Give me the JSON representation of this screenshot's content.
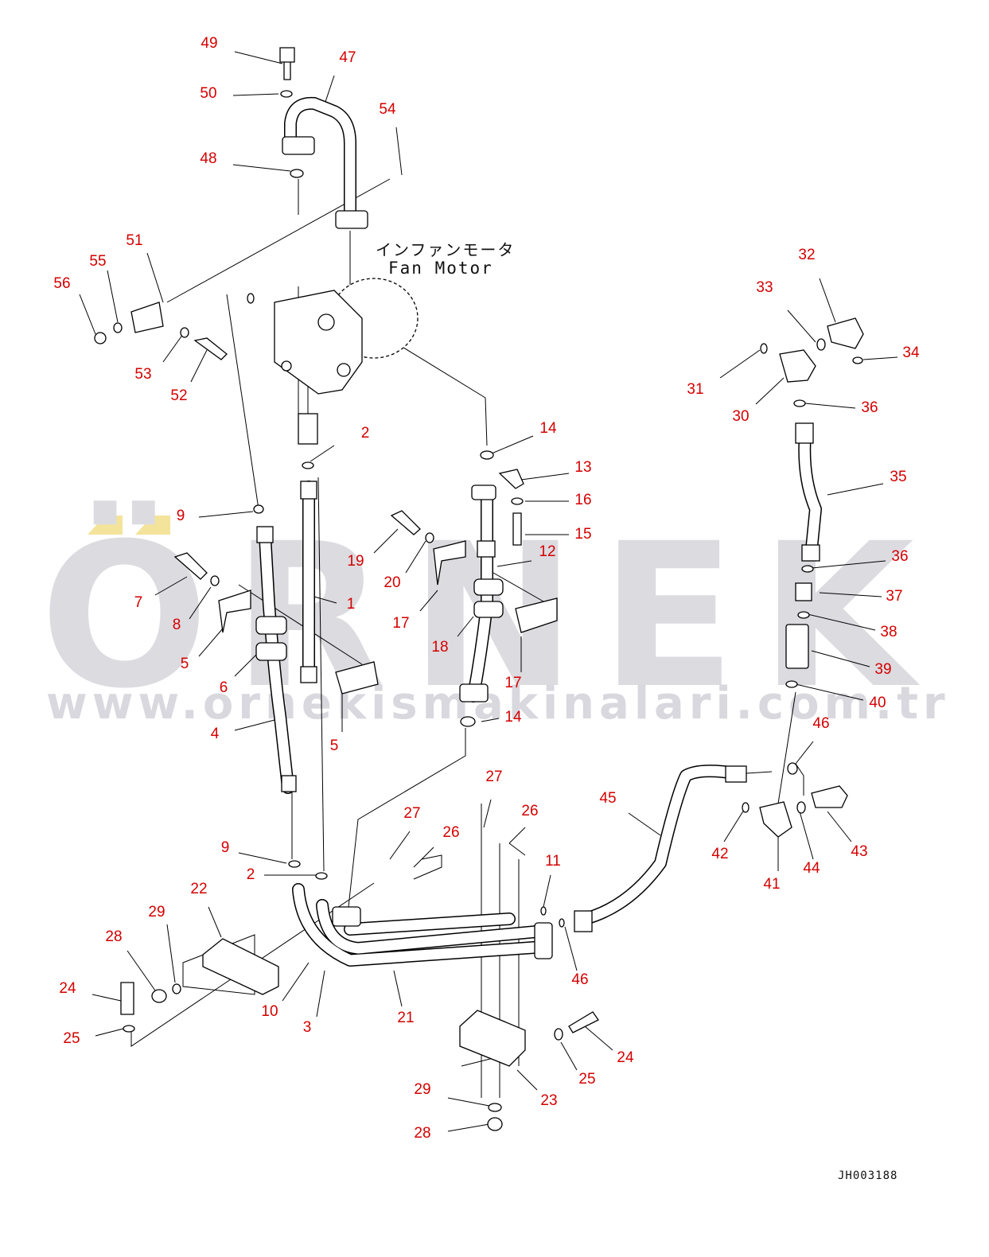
{
  "watermark": {
    "brand": "ÖRNEK",
    "url": "www.ornekismakinalari.com.tr"
  },
  "caption": {
    "japanese": "インファンモータ",
    "english": "Fan Motor"
  },
  "drawing_code": "JH003188",
  "callouts": [
    "49",
    "47",
    "50",
    "54",
    "48",
    "51",
    "55",
    "56",
    "53",
    "52",
    "2",
    "14",
    "13",
    "16",
    "15",
    "9",
    "19",
    "12",
    "20",
    "7",
    "1",
    "8",
    "17",
    "18",
    "5",
    "6",
    "17",
    "4",
    "14",
    "5",
    "32",
    "33",
    "34",
    "31",
    "30",
    "36",
    "35",
    "36",
    "37",
    "38",
    "39",
    "40",
    "46",
    "27",
    "27",
    "26",
    "26",
    "45",
    "11",
    "42",
    "43",
    "44",
    "41",
    "9",
    "2",
    "22",
    "29",
    "28",
    "46",
    "24",
    "10",
    "21",
    "3",
    "25",
    "24",
    "25",
    "29",
    "23",
    "28"
  ],
  "colors": {
    "callout": "#d40000",
    "line": "#000000",
    "watermark": "#dcdbe0",
    "watermark_accent": "#f4e39a"
  }
}
